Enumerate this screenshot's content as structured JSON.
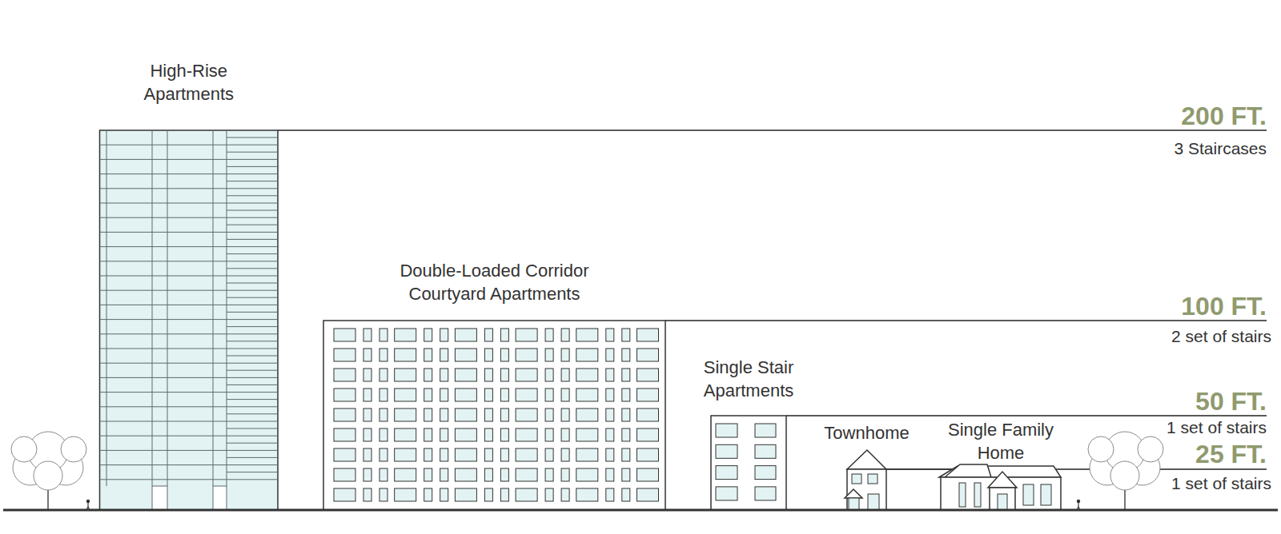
{
  "diagram": {
    "nodes": [
      {
        "text": [
          "High-Rise Apartments"
        ]
      },
      {
        "text": [
          "Double-Loaded Corridor Courtyard Apartments"
        ]
      },
      {
        "text": [
          "Single Stair Apartments"
        ]
      },
      {
        "text": [
          "Townhome"
        ]
      },
      {
        "text": [
          "Single Family Home"
        ]
      }
    ],
    "labels": [
      "200 FT.",
      "3 Staircases",
      "100 FT.",
      "2 set of stairs",
      "50 FT.",
      "1 set of stairs",
      "25 FT.",
      "1 set of stairs"
    ]
  }
}
